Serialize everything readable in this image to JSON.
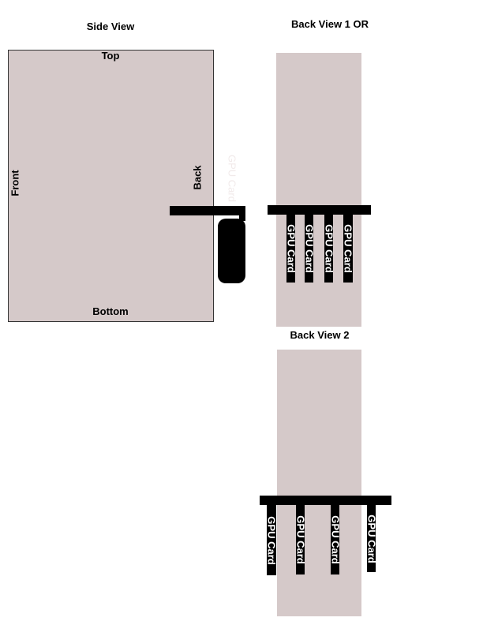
{
  "side_view": {
    "title": "Side View",
    "top": "Top",
    "bottom": "Bottom",
    "front": "Front",
    "back": "Back",
    "ghost_card": "GPU Card"
  },
  "back_view_1": {
    "title": "Back View 1 OR",
    "cards": [
      "GPU Card",
      "GPU Card",
      "GPU Card",
      "GPU Card"
    ]
  },
  "back_view_2": {
    "title": "Back View 2",
    "cards": [
      "GPU Card",
      "GPU Card",
      "GPU Card",
      "GPU Card"
    ]
  }
}
